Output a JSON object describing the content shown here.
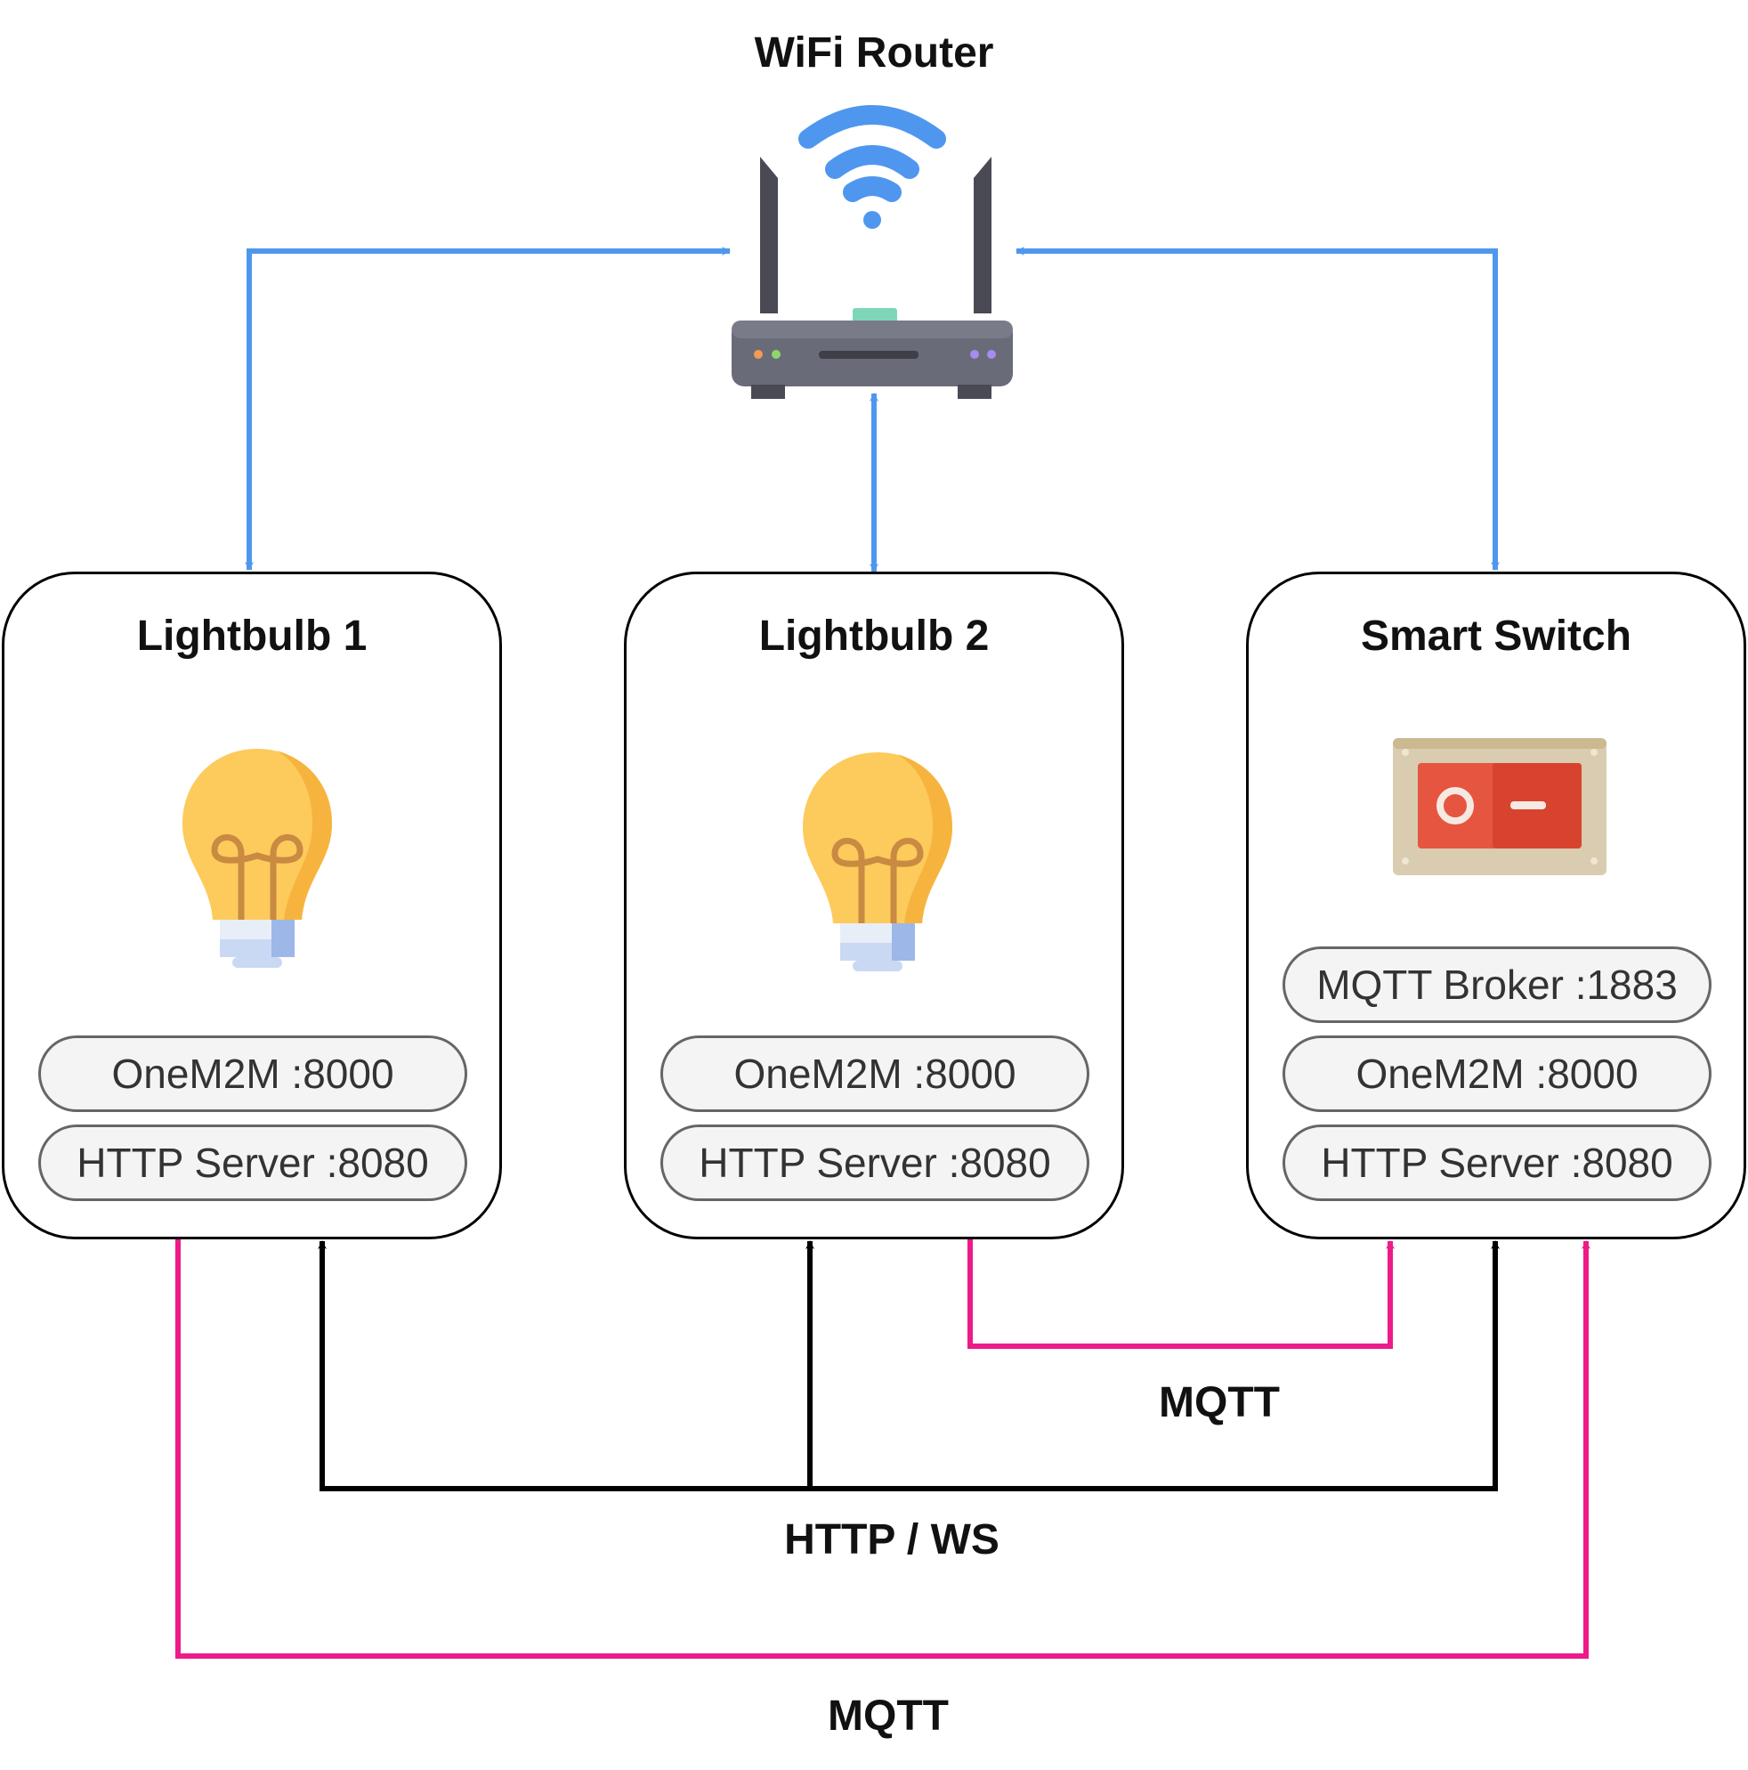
{
  "router": {
    "label": "WiFi Router",
    "icon": "wifi-router-icon"
  },
  "devices": [
    {
      "name": "Lightbulb 1",
      "icon": "lightbulb-icon",
      "services": [
        "OneM2M :8000",
        "HTTP Server :8080"
      ]
    },
    {
      "name": "Lightbulb 2",
      "icon": "lightbulb-icon",
      "services": [
        "OneM2M :8000",
        "HTTP Server :8080"
      ]
    },
    {
      "name": "Smart Switch",
      "icon": "toggle-switch-icon",
      "services": [
        "MQTT Broker :1883",
        "OneM2M :8000",
        "HTTP Server :8080"
      ]
    }
  ],
  "connections": {
    "wifi_color": "#4f97ee",
    "http_color": "#000000",
    "mqtt_color": "#ed1b8a",
    "http_label": "HTTP / WS",
    "mqtt_label_upper": "MQTT",
    "mqtt_label_lower": "MQTT"
  }
}
